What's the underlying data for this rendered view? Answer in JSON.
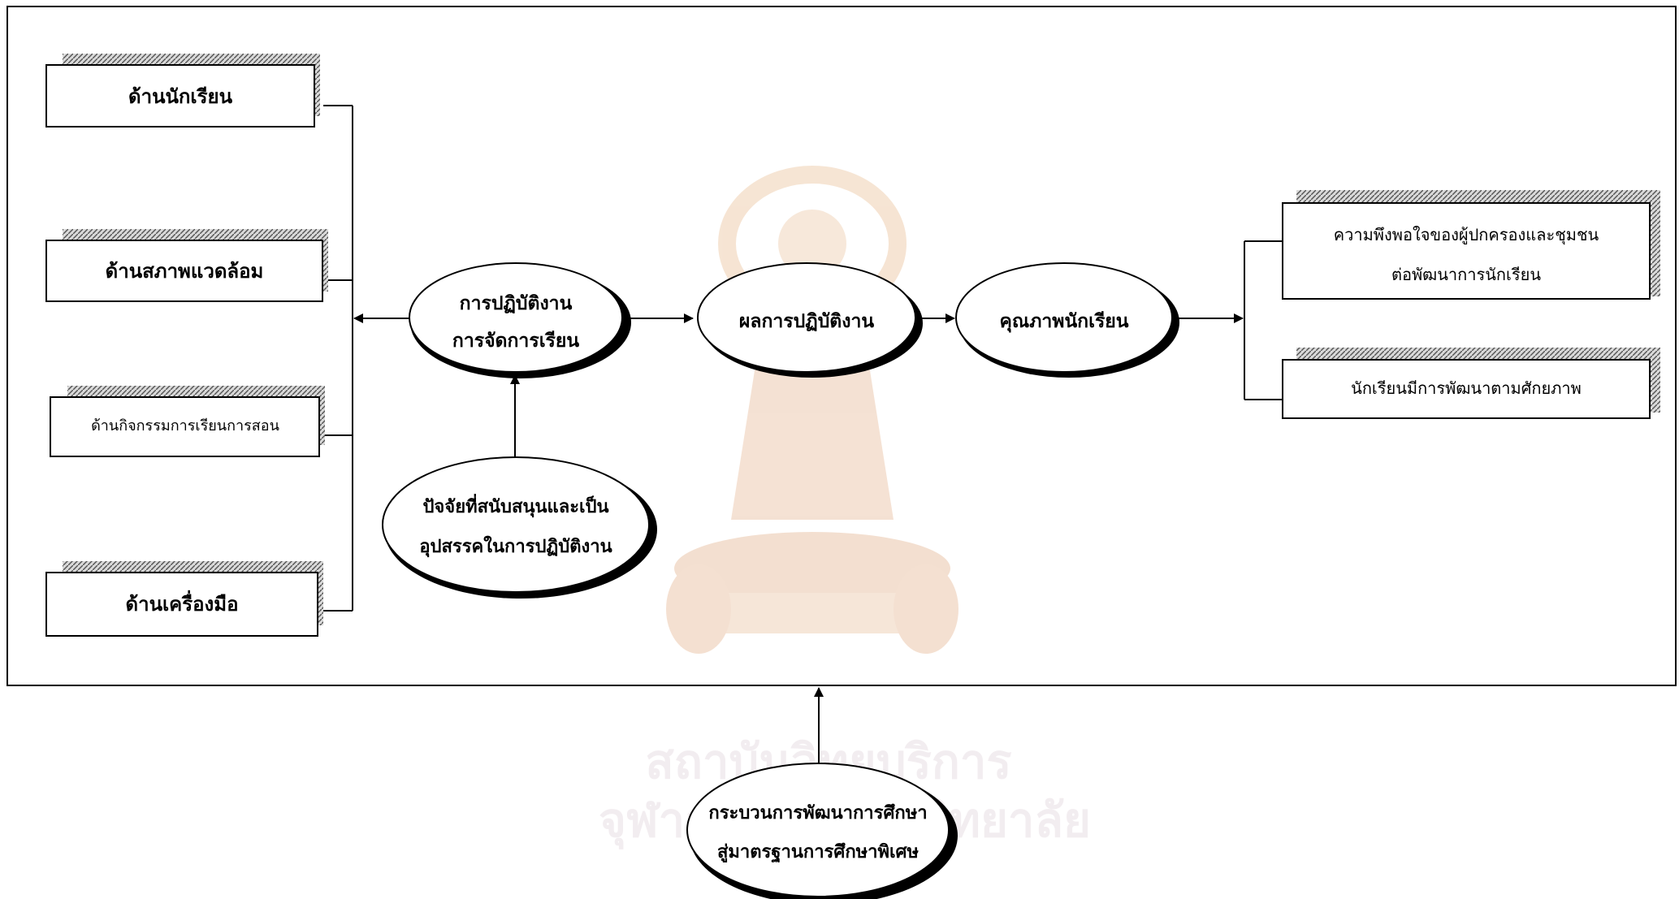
{
  "left_factors": [
    {
      "label": "ด้านนักเรียน"
    },
    {
      "label": "ด้านสภาพแวดล้อม"
    },
    {
      "label": "ด้านกิจกรรมการเรียนการสอน"
    },
    {
      "label": "ด้านเครื่องมือ"
    }
  ],
  "process": {
    "line1": "การปฏิบัติงาน",
    "line2": "การจัดการเรียน"
  },
  "result": {
    "label": "ผลการปฏิบัติงาน"
  },
  "quality": {
    "label": "คุณภาพนักเรียน"
  },
  "support": {
    "line1": "ปัจจัยที่สนับสนุนและเป็น",
    "line2": "อุปสรรคในการปฏิบัติงาน"
  },
  "outcomes": [
    {
      "line1": "ความพึงพอใจของผู้ปกครองและชุมชน",
      "line2": "ต่อพัฒนาการนักเรียน"
    },
    {
      "line1": "นักเรียนมีการพัฒนาตามศักยภาพ"
    }
  ],
  "bottom": {
    "line1": "กระบวนการพัฒนาการศึกษา",
    "line2": "สู่มาตรฐานการศึกษาพิเศษ"
  },
  "watermark": {
    "line1": "สถาบันวิทยบริการ",
    "line2": "จุฬาลงกรณ์มหาวิทยาลัย"
  }
}
